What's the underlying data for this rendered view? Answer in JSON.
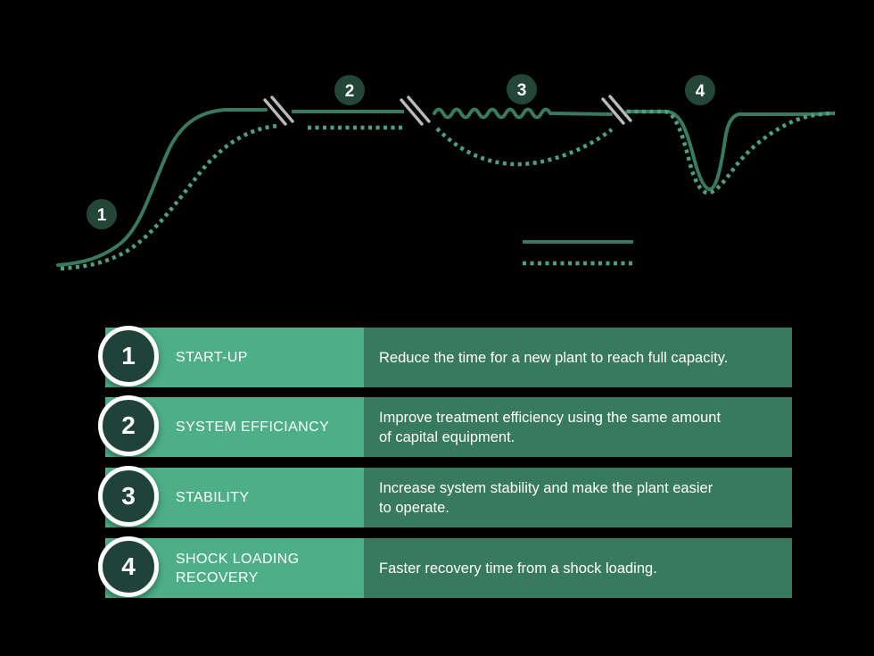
{
  "colors": {
    "background": "#000000",
    "solid_line": "#38795f",
    "dotted_line": "#4ba07e",
    "break_mark": "#b9bcba",
    "marker_fill": "#234639",
    "badge_fill": "#1f4338",
    "label_bar": "#4caf87",
    "description_bar": "#377a5f",
    "text": "#ffffff"
  },
  "diagram": {
    "type": "conceptual-performance-curves",
    "sections": [
      {
        "id": "1",
        "topic": "start-up"
      },
      {
        "id": "2",
        "topic": "system-efficiancy"
      },
      {
        "id": "3",
        "topic": "stability"
      },
      {
        "id": "4",
        "topic": "shock-loading-recovery"
      }
    ],
    "markers": [
      {
        "number": "1"
      },
      {
        "number": "2"
      },
      {
        "number": "3"
      },
      {
        "number": "4"
      }
    ],
    "legend": [
      {
        "style": "solid"
      },
      {
        "style": "dotted"
      }
    ]
  },
  "rows": [
    {
      "number": "1",
      "label": "START-UP",
      "description": "Reduce the time for a new plant to reach full capacity."
    },
    {
      "number": "2",
      "label": "SYSTEM EFFICIANCY",
      "description": "Improve treatment efficiency using the same amount\nof capital equipment."
    },
    {
      "number": "3",
      "label": "STABILITY",
      "description": "Increase system stability and make the plant easier\nto operate."
    },
    {
      "number": "4",
      "label": "SHOCK LOADING\nRECOVERY",
      "description": "Faster recovery time from a shock loading."
    }
  ]
}
